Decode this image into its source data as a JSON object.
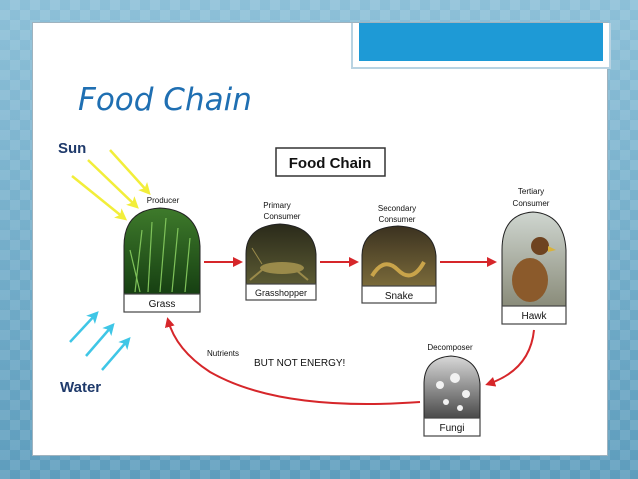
{
  "slide": {
    "title": "Food Chain"
  },
  "diagram": {
    "heading": "Food Chain",
    "sun_label": "Sun",
    "water_label": "Water",
    "nutrients_label": "Nutrients",
    "energy_note": "BUT NOT ENERGY!",
    "organisms": [
      {
        "role_line1": "Producer",
        "role_line2": "",
        "name": "Grass"
      },
      {
        "role_line1": "Primary",
        "role_line2": "Consumer",
        "name": "Grasshopper"
      },
      {
        "role_line1": "Secondary",
        "role_line2": "Consumer",
        "name": "Snake"
      },
      {
        "role_line1": "Tertiary",
        "role_line2": "Consumer",
        "name": "Hawk"
      },
      {
        "role_line1": "Decomposer",
        "role_line2": "",
        "name": "Fungi"
      }
    ],
    "colors": {
      "sun_arrows": "#f2ee3a",
      "water_arrows": "#3fc6e6",
      "flow_arrows": "#d6262a",
      "title_blue": "#1f6fb2",
      "accent_bar": "#1e9ad6"
    }
  }
}
